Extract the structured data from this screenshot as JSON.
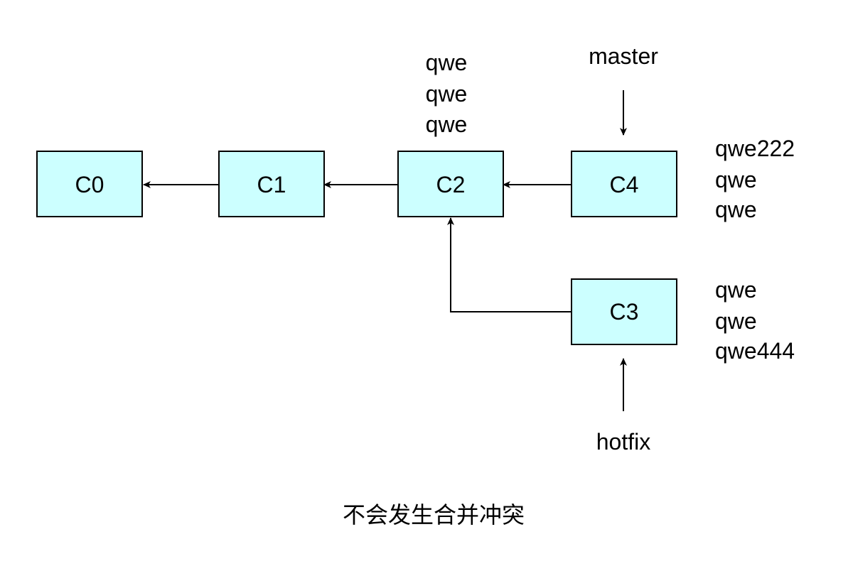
{
  "colors": {
    "node_fill": "#ccffff",
    "node_stroke": "#000000",
    "edge": "#000000",
    "text": "#000000",
    "background": "#ffffff"
  },
  "nodes": {
    "c0": "C0",
    "c1": "C1",
    "c2": "C2",
    "c3": "C3",
    "c4": "C4"
  },
  "branches": {
    "master": "master",
    "hotfix": "hotfix"
  },
  "notes": {
    "c2": [
      "qwe",
      "qwe",
      "qwe"
    ],
    "c4": [
      "qwe222",
      "qwe",
      "qwe"
    ],
    "c3": [
      "qwe",
      "qwe",
      "qwe444"
    ]
  },
  "caption": "不会发生合并冲突"
}
